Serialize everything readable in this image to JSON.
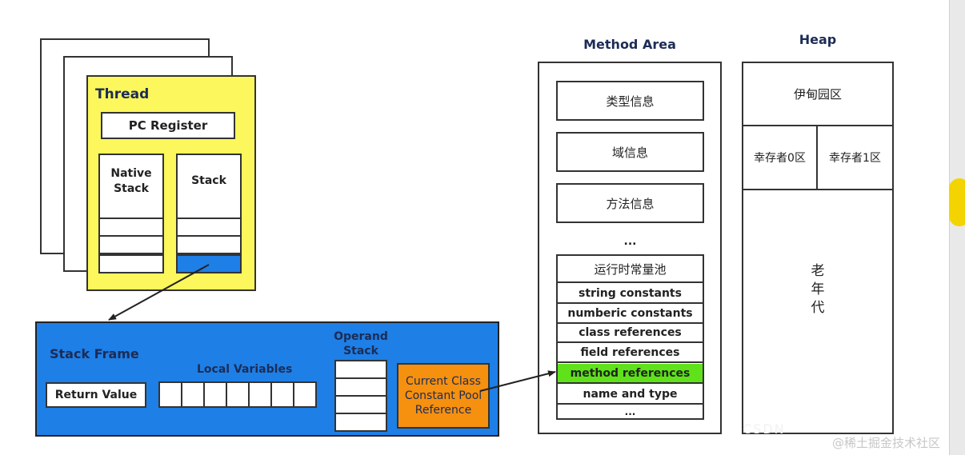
{
  "thread": {
    "title": "Thread",
    "pc_register": "PC Register",
    "native_stack": "Native\nStack",
    "stack": "Stack"
  },
  "stack_frame": {
    "title": "Stack Frame",
    "return_value": "Return Value",
    "local_variables": "Local Variables",
    "operand_stack": "Operand\nStack",
    "constant_pool_ref": "Current Class\nConstant Pool\nReference"
  },
  "method_area": {
    "title": "Method Area",
    "items": [
      "类型信息",
      "域信息",
      "方法信息"
    ],
    "ellipsis": "...",
    "runtime_pool_title": "运行时常量池",
    "pool_rows": [
      "string constants",
      "numberic constants",
      "class references",
      "field references",
      "method references",
      "name and type",
      "..."
    ]
  },
  "heap": {
    "title": "Heap",
    "eden": "伊甸园区",
    "survivor0": "幸存者0区",
    "survivor1": "幸存者1区",
    "old_gen": "老\n年\n代"
  },
  "watermark": "@稀土掘金技术社区",
  "colors": {
    "thread_bg": "#fbf75c",
    "frame_bg": "#1e7fe6",
    "orange": "#f6900f",
    "highlight_green": "#5fe21a"
  }
}
